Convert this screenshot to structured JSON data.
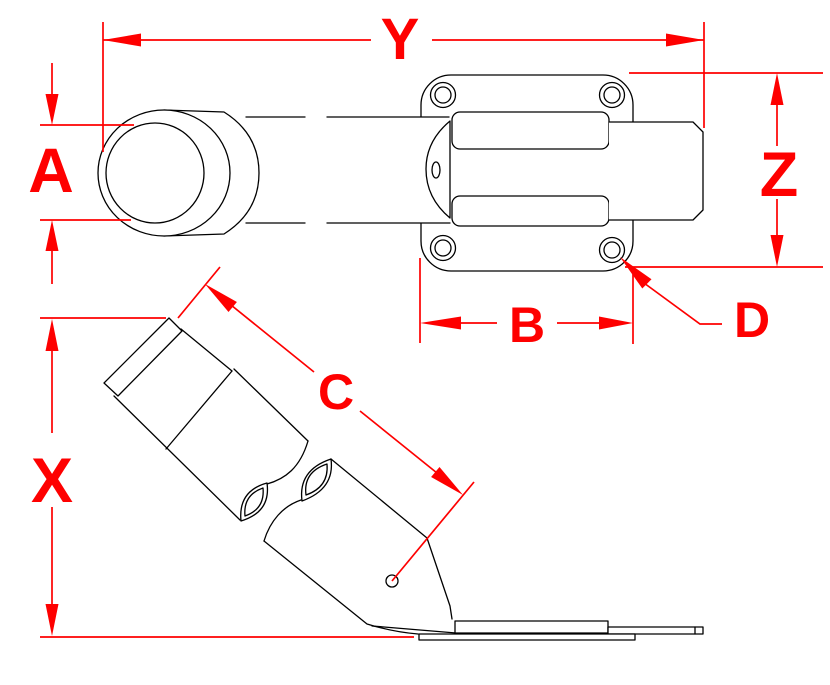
{
  "drawing": {
    "background_color": "#ffffff",
    "line_color": "#000000",
    "dimension_color": "#fe0000",
    "views": {
      "top_view_name": "top-view-tube-with-clamp-plate",
      "side_view_name": "side-view-angled-stanchion-base"
    },
    "dimensions": {
      "Y": {
        "label": "Y"
      },
      "A": {
        "label": "A"
      },
      "Z": {
        "label": "Z"
      },
      "B": {
        "label": "B"
      },
      "D": {
        "label": "D"
      },
      "C": {
        "label": "C"
      },
      "X": {
        "label": "X"
      }
    }
  }
}
